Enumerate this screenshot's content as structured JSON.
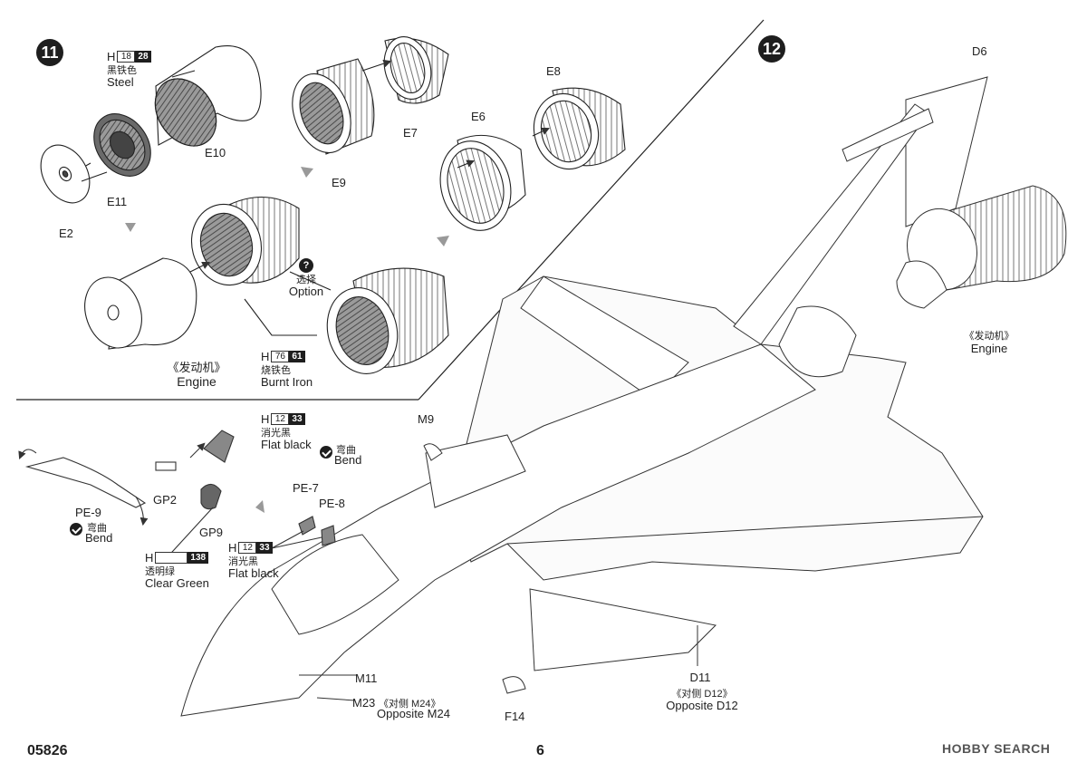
{
  "page": {
    "code": "05826",
    "number": "6"
  },
  "watermark": "HOBBY SEARCH",
  "steps": [
    {
      "label": "11"
    },
    {
      "label": "12"
    }
  ],
  "paints": {
    "steel": {
      "h": "H",
      "code1": "18",
      "code2": "28",
      "zh": "黑铁色",
      "en": "Steel"
    },
    "burnt_iron": {
      "h": "H",
      "code1": "76",
      "code2": "61",
      "zh": "烧铁色",
      "en": "Burnt Iron"
    },
    "flat_black_a": {
      "h": "H",
      "code1": "12",
      "code2": "33",
      "zh": "消光黑",
      "en": "Flat black"
    },
    "flat_black_b": {
      "h": "H",
      "code1": "12",
      "code2": "33",
      "zh": "消光黑",
      "en": "Flat black"
    },
    "clear_green": {
      "h": "H",
      "code1": "",
      "code2": "138",
      "zh": "透明绿",
      "en": "Clear Green"
    }
  },
  "option": {
    "mark": "?",
    "zh": "选择",
    "en": "Option"
  },
  "engine_step11": {
    "zh": "《发动机》",
    "en": "Engine"
  },
  "engine_step12": {
    "zh": "《发动机》",
    "en": "Engine"
  },
  "bend1": {
    "zh": "弯曲",
    "en": "Bend"
  },
  "bend2": {
    "zh": "弯曲",
    "en": "Bend"
  },
  "parts": {
    "E10": "E10",
    "E11": "E11",
    "E2": "E2",
    "E9": "E9",
    "E7": "E7",
    "E6": "E6",
    "E8": "E8",
    "D6": "D6",
    "M9": "M9",
    "GP2": "GP2",
    "GP9": "GP9",
    "PE9": "PE-9",
    "PE7": "PE-7",
    "PE8": "PE-8",
    "M11": "M11",
    "M23": "M23",
    "M23_note": "《对侧  M24》",
    "M23_en": "Opposite M24",
    "D11": "D11",
    "D11_note": "《对侧  D12》",
    "D11_en": "Opposite D12",
    "F14": "F14"
  }
}
